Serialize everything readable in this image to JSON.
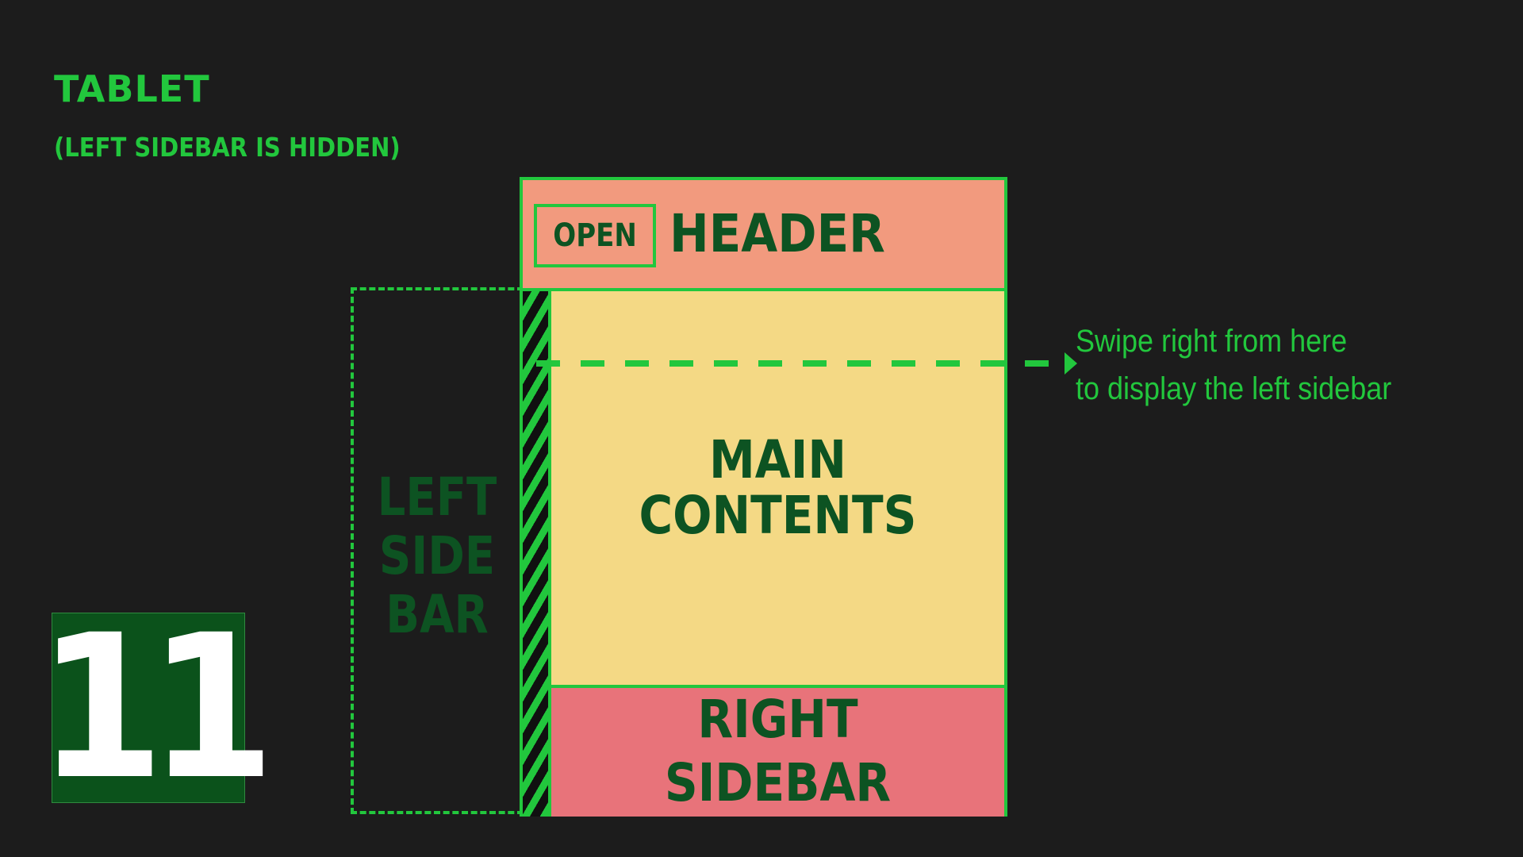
{
  "title": "TABLET",
  "subtitle": "(LEFT SIDEBAR IS HIDDEN)",
  "slide_number": "11",
  "left_sidebar": {
    "label": "LEFT\nSIDE\nBAR"
  },
  "device": {
    "header": {
      "open_button_label": "OPEN",
      "label": "HEADER"
    },
    "main": {
      "label": "MAIN\nCONTENTS"
    },
    "right_sidebar": {
      "label": "RIGHT\nSIDEBAR"
    }
  },
  "gesture": {
    "callout": "Swipe right from here\nto display the left sidebar"
  },
  "colors": {
    "background": "#1c1c1c",
    "accent_green": "#22c73d",
    "dark_green": "#0d5322",
    "header_bg": "#f29a7e",
    "main_bg": "#f4d985",
    "right_sidebar_bg": "#e8737a",
    "badge_bg": "#0b521b"
  }
}
